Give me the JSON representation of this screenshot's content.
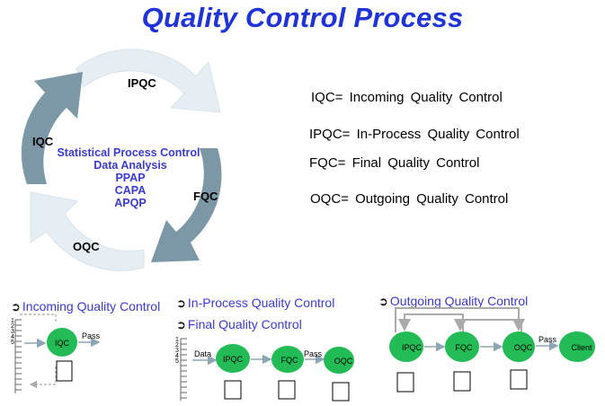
{
  "title": "Quality Control Process",
  "cycle": {
    "stage_ipqc": "IPQC",
    "stage_iqc": "IQC",
    "stage_fqc": "FQC",
    "stage_oqc": "OQC",
    "center_lines": [
      "Statistical Process Control",
      "Data Analysis",
      "PPAP",
      "CAPA",
      "APQP"
    ]
  },
  "definitions": [
    "IQC= Incoming Quality Control",
    "IPQC= In-Process Quality Control",
    "FQC= Final Quality Control",
    "OQC= Outgoing Quality Control"
  ],
  "incoming": {
    "heading": "Incoming Quality Control",
    "node": "IQC",
    "pass": "Pass",
    "rack_numbers": [
      "1",
      "2",
      "3",
      "4",
      "5"
    ]
  },
  "inprocess": {
    "heading1": "In-Process Quality Control",
    "heading2": "Final Quality Control",
    "data_label": "Data",
    "node1": "IPQC",
    "node2": "FQC",
    "node3": "OQC",
    "pass": "Pass",
    "rack_numbers": [
      "1",
      "2",
      "3",
      "4",
      "5"
    ]
  },
  "outgoing": {
    "heading": "Outgoing Quality Control",
    "node1": "IPQC",
    "node2": "FQC",
    "node3": "OQC",
    "node4": "Client",
    "pass": "Pass"
  },
  "colors": {
    "title": "#1f33d6",
    "arrow_dark": "#7b97a6",
    "arrow_light": "#e7eff4",
    "center_text": "#3a3acc",
    "node_green": "#22bb55"
  }
}
